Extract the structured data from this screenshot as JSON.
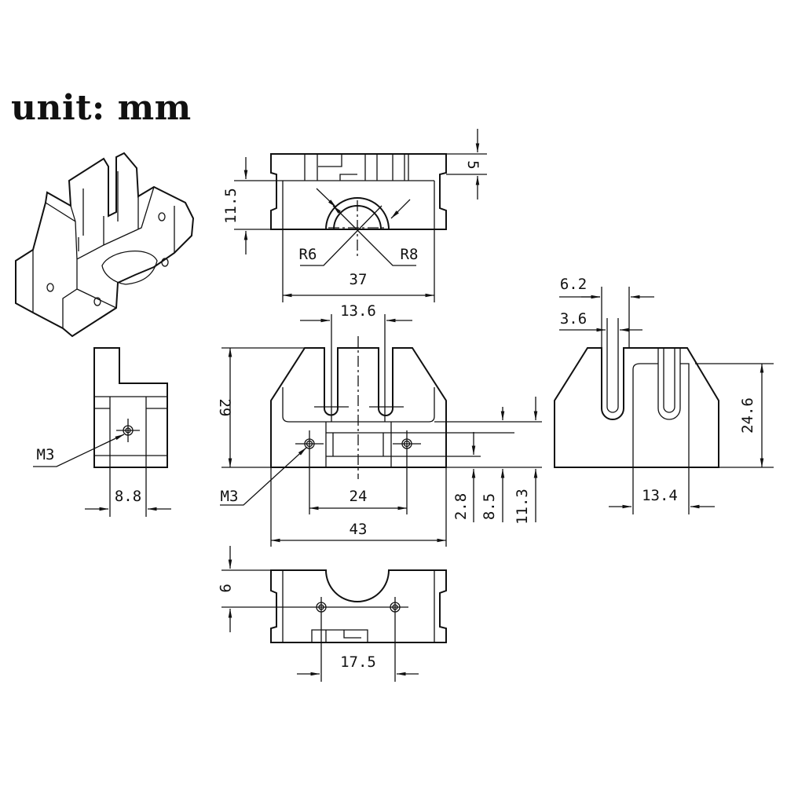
{
  "title": "unit: mm",
  "views": {
    "top": {
      "height": "11.5",
      "step": "5",
      "inner_radius": "R6",
      "outer_radius": "R8",
      "width": "37"
    },
    "front": {
      "slot_spacing": "13.6",
      "height": "29",
      "thread": "M3",
      "hole_spacing": "24",
      "width": "43",
      "d1": "2.8",
      "d2": "8.5",
      "d3": "11.3"
    },
    "left": {
      "thread": "M3",
      "width": "8.8"
    },
    "right": {
      "slot_outer": "6.2",
      "slot_inner": "3.6",
      "height": "24.6",
      "offset": "13.4"
    },
    "bottom": {
      "depth": "9",
      "hole_spacing": "17.5"
    }
  }
}
